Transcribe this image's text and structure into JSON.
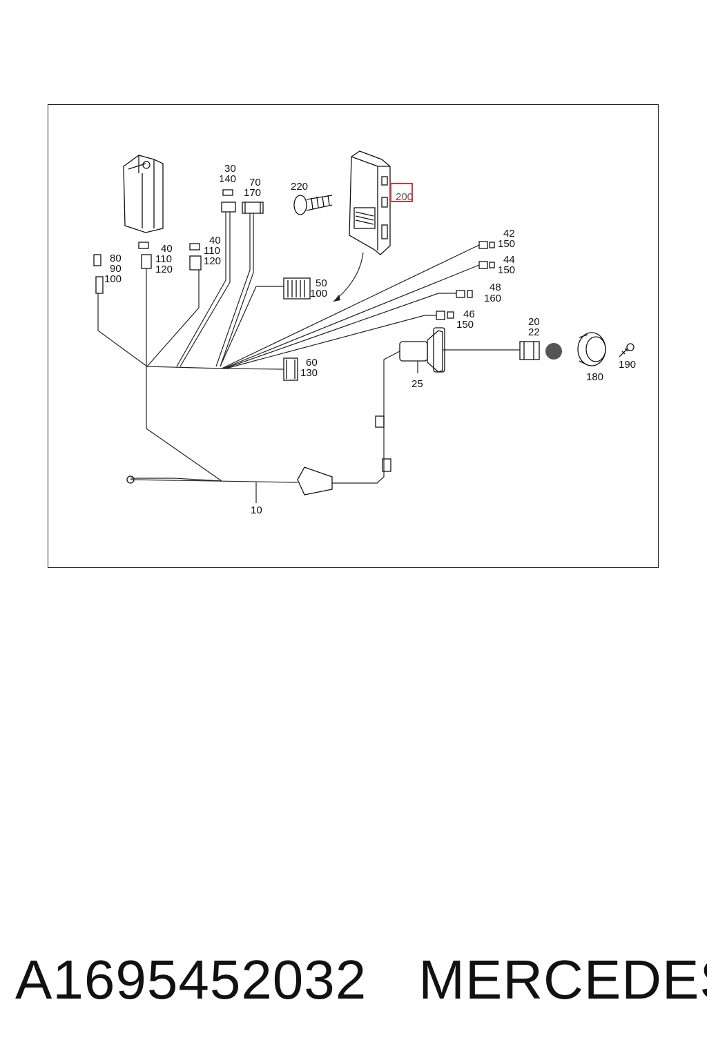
{
  "diagram": {
    "callouts": {
      "c30": "30",
      "c140": "140",
      "c70": "70",
      "c170": "170",
      "c220": "220",
      "c200": "200",
      "c40a": "40",
      "c110a": "110",
      "c120a": "120",
      "c40b": "40",
      "c110b": "110",
      "c120b": "120",
      "c80": "80",
      "c90": "90",
      "c100a": "100",
      "c42": "42",
      "c150a": "150",
      "c44": "44",
      "c150b": "150",
      "c50": "50",
      "c100b": "100",
      "c48": "48",
      "c160": "160",
      "c46": "46",
      "c150c": "150",
      "c20": "20",
      "c22": "22",
      "c60": "60",
      "c130": "130",
      "c25": "25",
      "c180": "180",
      "c190": "190",
      "c10": "10"
    },
    "highlighted_callout": "200",
    "highlight_color": "#d9333f"
  },
  "footer": {
    "part_number": "A1695452032",
    "brand": "MERCEDES"
  }
}
